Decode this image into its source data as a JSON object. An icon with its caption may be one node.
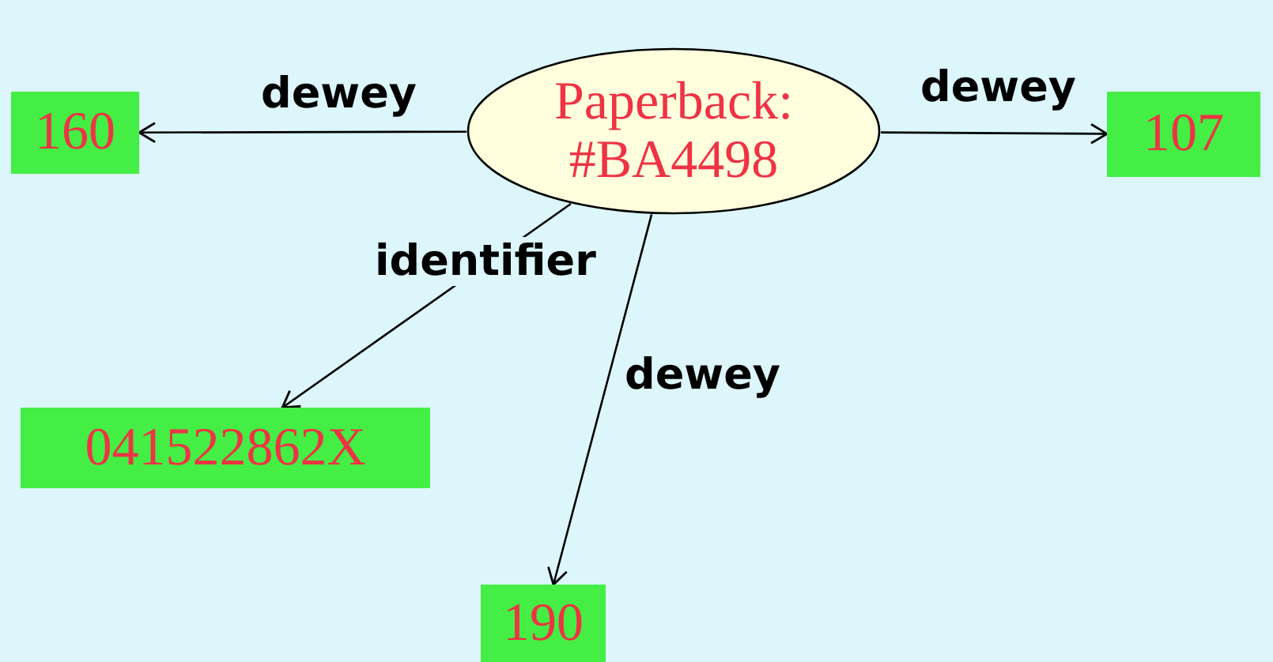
{
  "diagram": {
    "nodes": [
      {
        "text": [
          "Paperback: #BA4498"
        ]
      },
      {
        "text": [
          "160"
        ]
      },
      {
        "text": [
          "107"
        ]
      },
      {
        "text": [
          "041522862X"
        ]
      },
      {
        "text": [
          "190"
        ]
      }
    ],
    "edges": [
      {
        "from": 0,
        "to": 1,
        "arrow": "to",
        "label": "dewey"
      },
      {
        "from": 0,
        "to": 2,
        "arrow": "to",
        "label": "dewey"
      },
      {
        "from": 0,
        "to": 3,
        "arrow": "to",
        "label": "identifier"
      },
      {
        "from": 0,
        "to": 4,
        "arrow": "to",
        "label": "dewey"
      }
    ]
  }
}
